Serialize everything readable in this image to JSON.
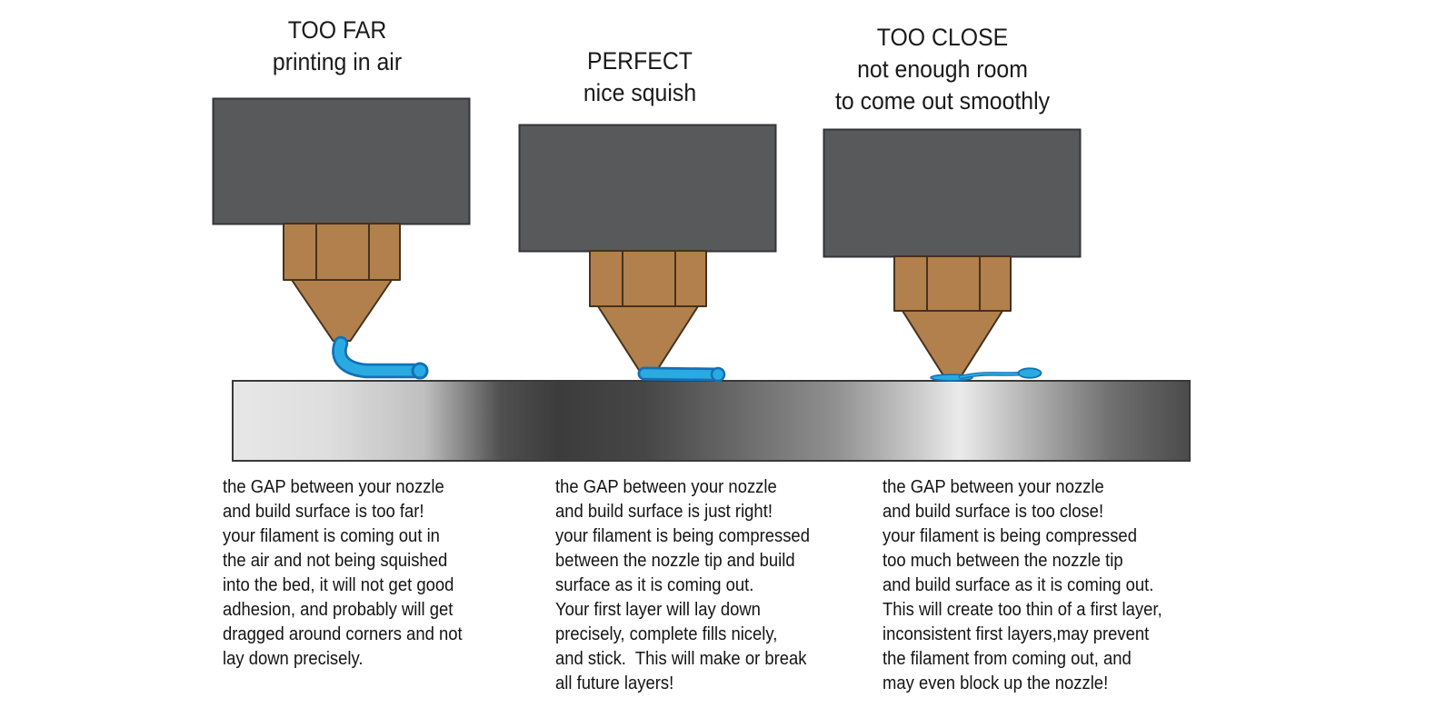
{
  "diagram": {
    "topic": "3D printer first-layer nozzle gap comparison"
  },
  "panels": [
    {
      "id": "too-far",
      "title": "TOO FAR\nprinting in air",
      "description": "the GAP between your nozzle\nand build surface is too far!\nyour filament is coming out in\nthe air and not being squished\ninto the bed, it will not get good\nadhesion, and probably will get\ndragged around corners and not\nlay down precisely."
    },
    {
      "id": "perfect",
      "title": "PERFECT\nnice squish",
      "description": "the GAP between your nozzle\nand build surface is just right!\nyour filament is being compressed\nbetween the nozzle tip and build\nsurface as it is coming out.\nYour first layer will lay down\nprecisely, complete fills nicely,\nand stick.  This will make or break\nall future layers!"
    },
    {
      "id": "too-close",
      "title": "TOO CLOSE\nnot enough room\nto come out smoothly",
      "description": "the GAP between your nozzle\nand build surface is too close!\nyour filament is being compressed\ntoo much between the nozzle tip\nand build surface as it is coming out.\nThis will create too thin of a first layer,\ninconsistent first layers,may prevent\nthe filament from coming out, and\nmay even block up the nozzle!"
    }
  ],
  "colors": {
    "heater_block_gray": "#58595b",
    "nozzle_brass": "#b2804c",
    "nozzle_outline": "#46321c",
    "filament_blue": "#29abe2",
    "filament_outline_blue": "#1470b8",
    "bed_light": "#e7e7e7",
    "bed_dark": "#3c3c3c",
    "text": "#1a1a1a",
    "background": "#ffffff"
  }
}
